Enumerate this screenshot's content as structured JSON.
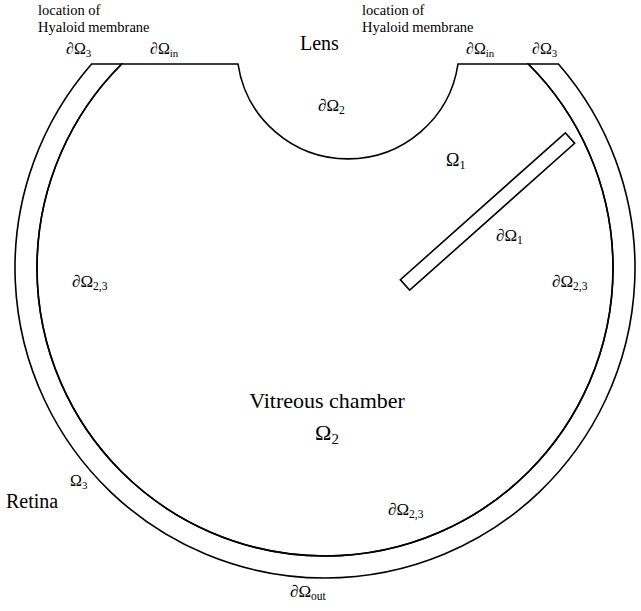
{
  "diagram": {
    "nodes": [
      {
        "text": [
          "Vitreous chamber",
          "Ω2"
        ]
      },
      {
        "text": [
          "Ω1",
          "∂Ω1"
        ],
        "in": 0
      },
      {
        "text": [
          "Retina",
          "Ω3"
        ]
      }
    ],
    "labels": [
      "location of Hyaloid membrane",
      "location of Hyaloid membrane",
      "∂Ω3",
      "∂Ωin",
      "Lens",
      "∂Ωin",
      "∂Ω3",
      "∂Ω2",
      "∂Ω2,3",
      "∂Ω2,3",
      "∂Ω2,3",
      "∂Ωout"
    ]
  }
}
